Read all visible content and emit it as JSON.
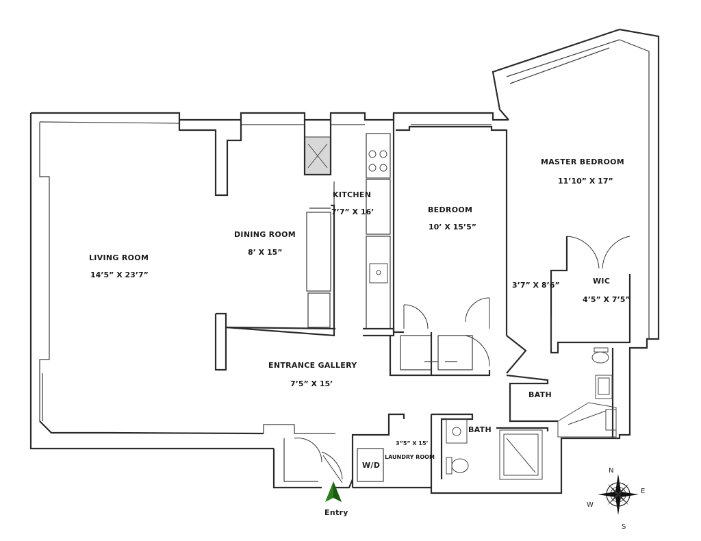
{
  "rooms": {
    "living": {
      "name": "LIVING ROOM",
      "dims": "14’5” X 23’7”"
    },
    "dining": {
      "name": "DINING ROOM",
      "dims": "8’ X 15”"
    },
    "kitchen": {
      "name": "KITCHEN",
      "dims": "7’7” X 16’"
    },
    "bedroom": {
      "name": "BEDROOM",
      "dims": "10’ X 15’5”"
    },
    "master": {
      "name": "MASTER BEDROOM",
      "dims": "11’10” X 17”"
    },
    "wic": {
      "name": "WIC",
      "dims": "4’5” X 7’5”"
    },
    "closet": {
      "dims": "3’7” X 8’6”"
    },
    "gallery": {
      "name": "ENTRANCE GALLERY",
      "dims": "7’5” X 15’"
    },
    "bath1": {
      "name": "BATH"
    },
    "bath2": {
      "name": "BATH"
    },
    "laundry": {
      "name": "LAUNDRY ROOM",
      "dims": "3”5” X 15’"
    }
  },
  "washer_dryer": "W/D",
  "entry": {
    "label": "Entry",
    "arrow_color": "#2e7d1f"
  },
  "compass": {
    "n": "N",
    "e": "E",
    "s": "S",
    "w": "W"
  },
  "wall_color": "#2a2a2a"
}
